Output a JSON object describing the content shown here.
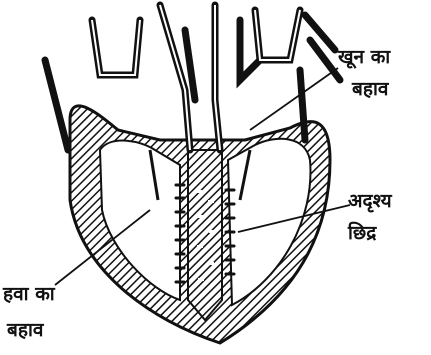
{
  "labels": {
    "blood_flow": {
      "line1": "खून का",
      "line2": "बहाव"
    },
    "invisible_holes": {
      "line1": "अदृश्य",
      "line2": "छिद्र"
    },
    "air_flow": {
      "line1": "हवा का",
      "line2": "बहाव"
    }
  }
}
